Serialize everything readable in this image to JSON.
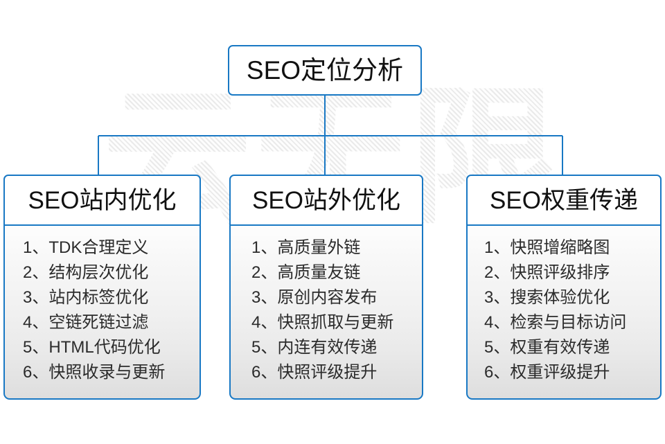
{
  "diagram": {
    "root": {
      "label": "SEO定位分析"
    },
    "branches": [
      {
        "header": "SEO站内优化",
        "items": [
          {
            "index": "1、",
            "text": "TDK合理定义"
          },
          {
            "index": "2、",
            "text": "结构层次优化"
          },
          {
            "index": "3、",
            "text": "站内标签优化"
          },
          {
            "index": "4、",
            "text": "空链死链过滤"
          },
          {
            "index": "5、",
            "text": "HTML代码优化"
          },
          {
            "index": "6、",
            "text": "快照收录与更新"
          }
        ]
      },
      {
        "header": "SEO站外优化",
        "items": [
          {
            "index": "1、",
            "text": "高质量外链"
          },
          {
            "index": "2、",
            "text": "高质量友链"
          },
          {
            "index": "3、",
            "text": "原创内容发布"
          },
          {
            "index": "4、",
            "text": "快照抓取与更新"
          },
          {
            "index": "5、",
            "text": "内连有效传递"
          },
          {
            "index": "6、",
            "text": "快照评级提升"
          }
        ]
      },
      {
        "header": "SEO权重传递",
        "items": [
          {
            "index": "1、",
            "text": "快照增缩略图"
          },
          {
            "index": "2、",
            "text": "快照评级排序"
          },
          {
            "index": "3、",
            "text": "搜索体验优化"
          },
          {
            "index": "4、",
            "text": "检索与目标访问"
          },
          {
            "index": "5、",
            "text": "权重有效传递"
          },
          {
            "index": "6、",
            "text": "权重评级提升"
          }
        ]
      }
    ],
    "watermark": {
      "text": "云无限"
    },
    "colors": {
      "border": "#1878c4",
      "connector": "#1878c4",
      "text": "#111111",
      "item_text": "#2b2b2b",
      "background": "#ffffff"
    }
  }
}
